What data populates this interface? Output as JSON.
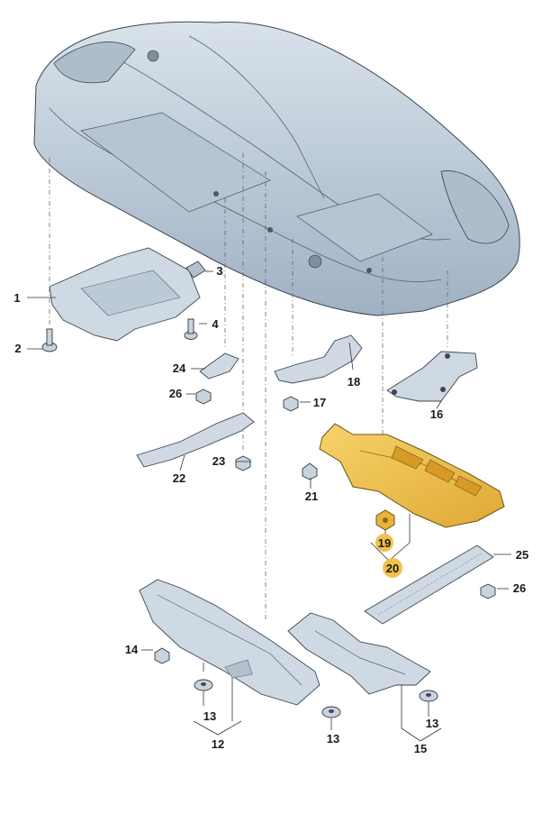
{
  "colors": {
    "highlight": "#f0c24a",
    "highlight_dark": "#d9a22a",
    "part_fill": "#cfd9e4",
    "car_fill": "#c4d1de",
    "car_shadow": "#9fb1c3"
  },
  "callouts": {
    "c1": "1",
    "c2": "2",
    "c3": "3",
    "c4": "4",
    "c12": "12",
    "c13a": "13",
    "c13b": "13",
    "c13c": "13",
    "c14": "14",
    "c15": "15",
    "c16": "16",
    "c17": "17",
    "c18": "18",
    "c19": "19",
    "c20": "20",
    "c21": "21",
    "c22": "22",
    "c23": "23",
    "c24": "24",
    "c25": "25",
    "c26a": "26",
    "c26b": "26"
  },
  "highlighted_parts": [
    "19",
    "20"
  ]
}
